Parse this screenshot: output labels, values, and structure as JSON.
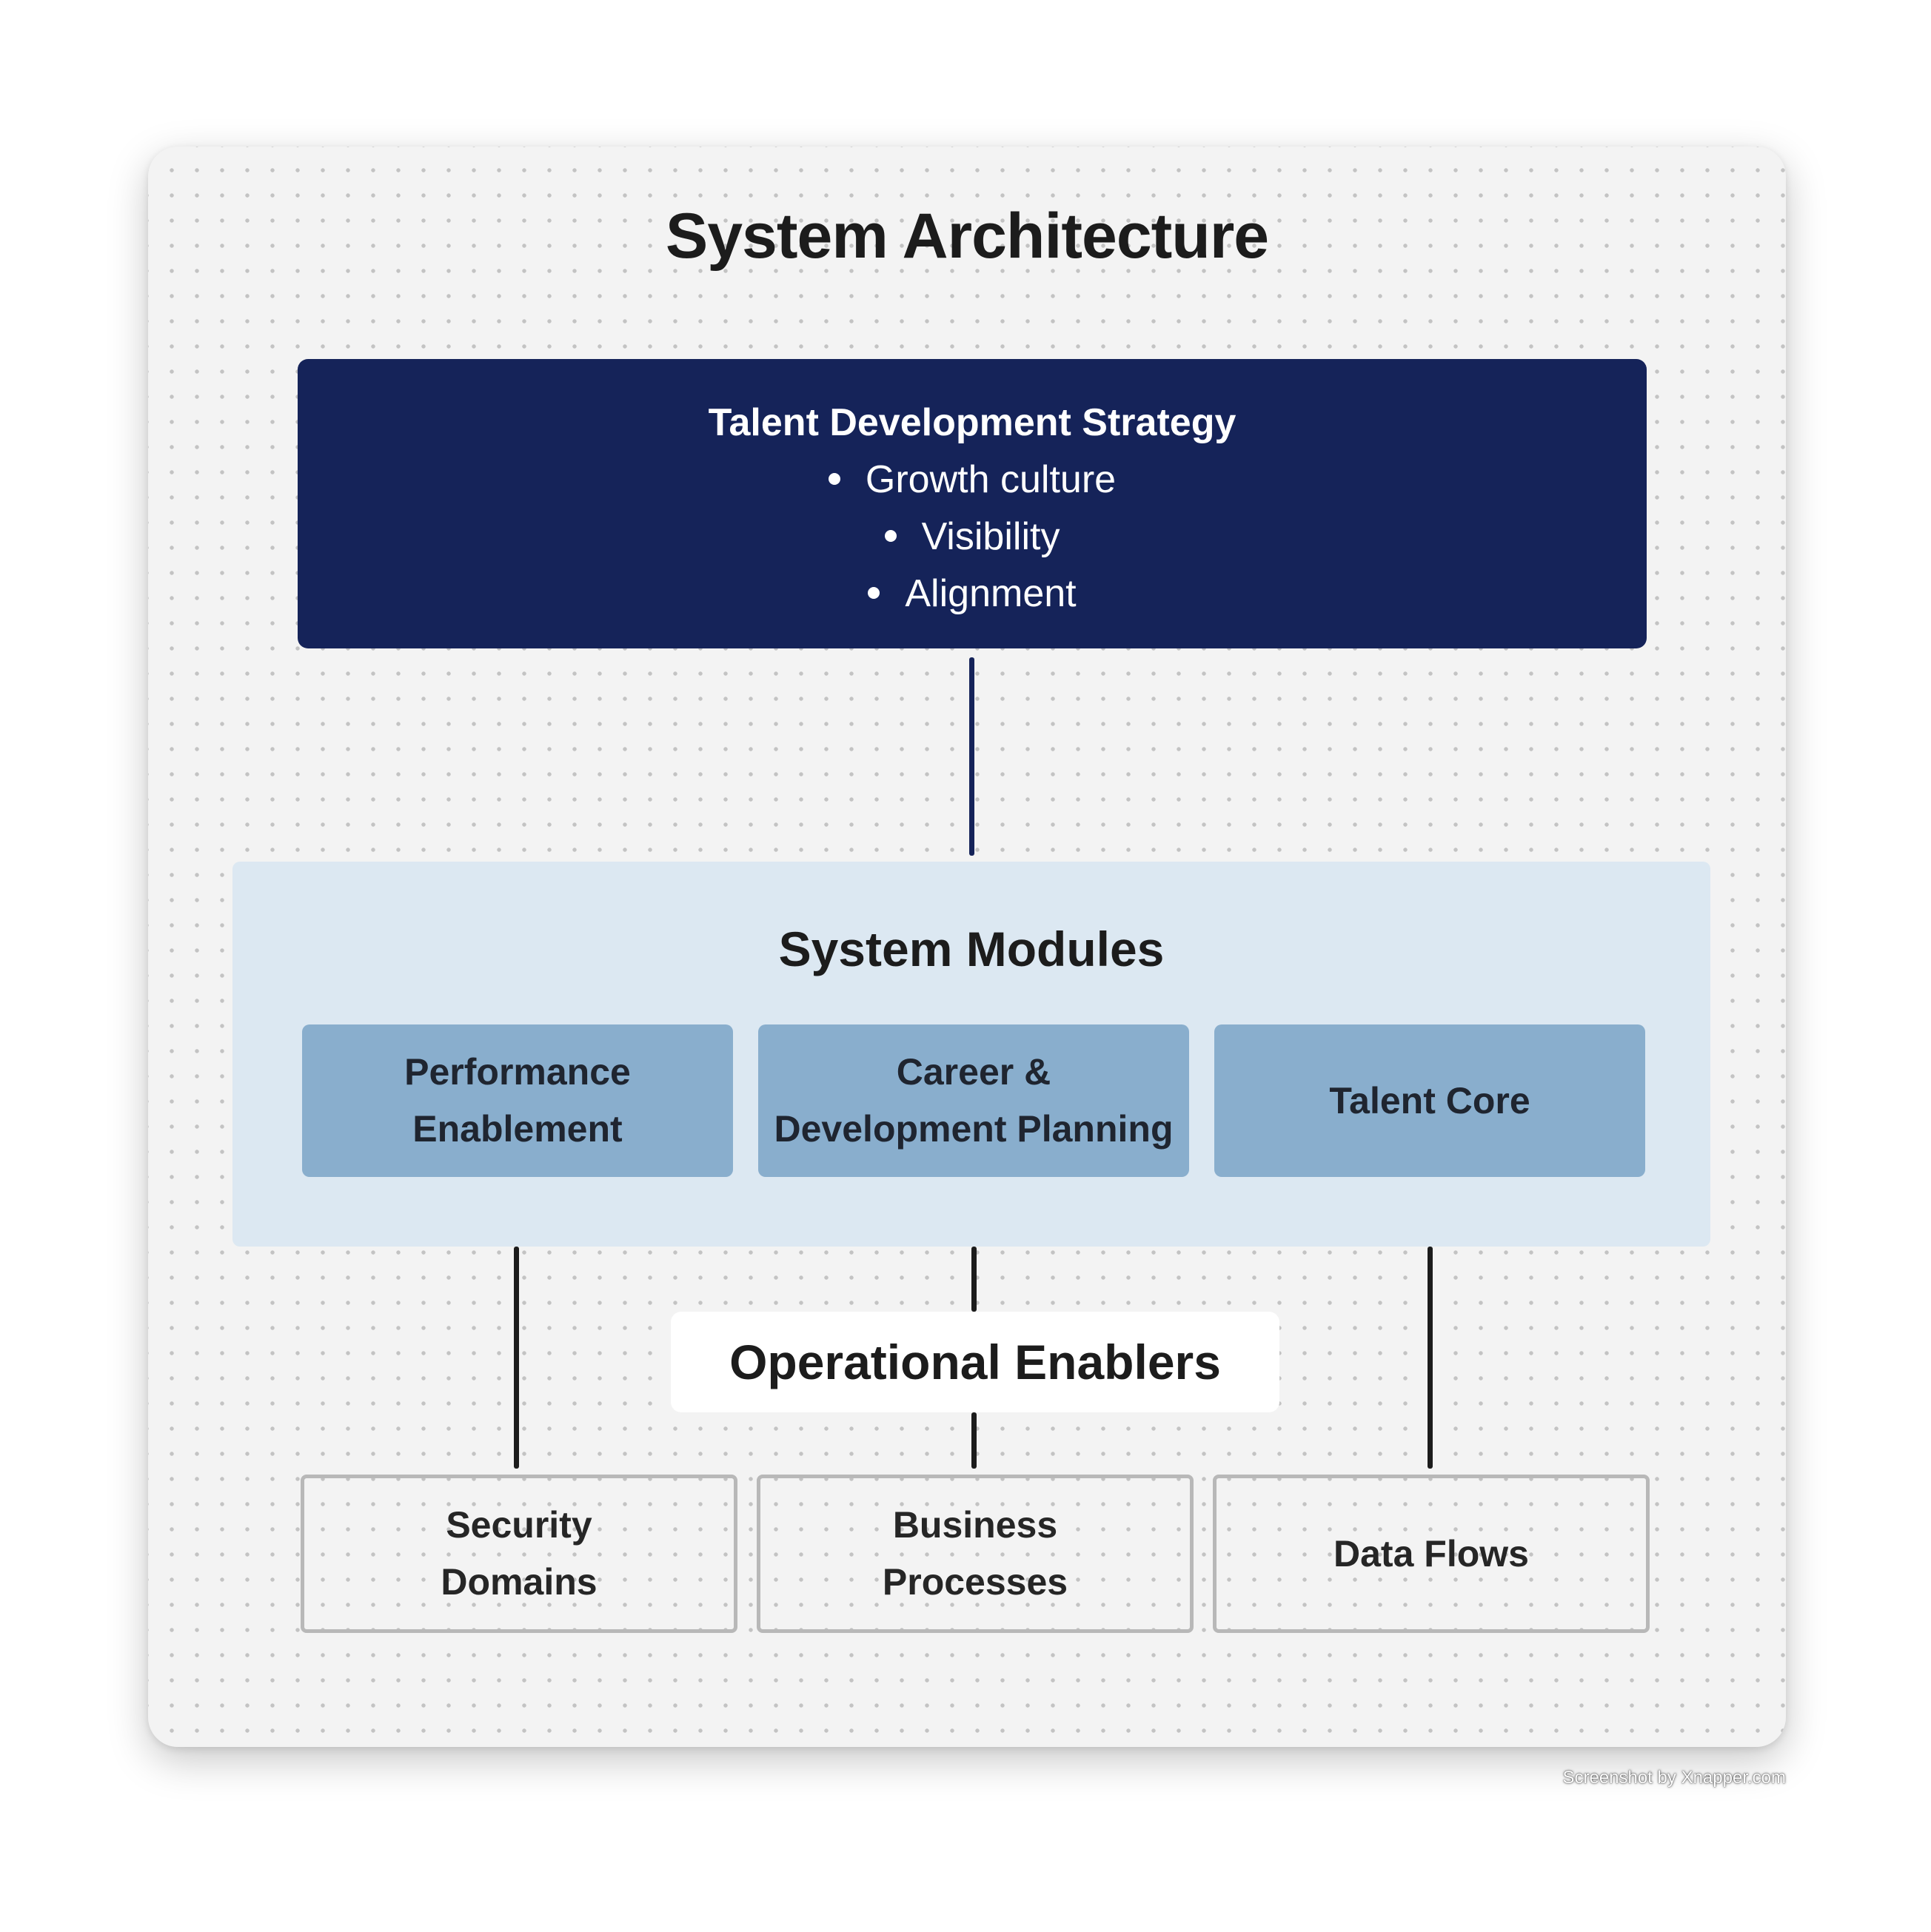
{
  "diagram": {
    "title": "System Architecture",
    "strategy": {
      "title": "Talent Development Strategy",
      "items": [
        "Growth culture",
        "Visibility",
        "Alignment"
      ]
    },
    "modules": {
      "title": "System Modules",
      "items": [
        {
          "line1": "Performance",
          "line2": "Enablement"
        },
        {
          "line1": "Career &",
          "line2": "Development Planning"
        },
        {
          "line1": "Talent Core",
          "line2": ""
        }
      ]
    },
    "enablers": {
      "title": "Operational Enablers",
      "items": [
        {
          "line1": "Security",
          "line2": "Domains"
        },
        {
          "line1": "Business",
          "line2": "Processes"
        },
        {
          "line1": "Data Flows",
          "line2": ""
        }
      ]
    }
  },
  "watermark": "Screenshot by Xnapper.com",
  "colors": {
    "strategy_fill": "#152359",
    "modules_panel": "#dce8f2",
    "module_fill": "#89aecd",
    "connector_top": "#152359",
    "connector_bottom": "#1c1c1c",
    "enabler_border": "#b8b8b8"
  }
}
